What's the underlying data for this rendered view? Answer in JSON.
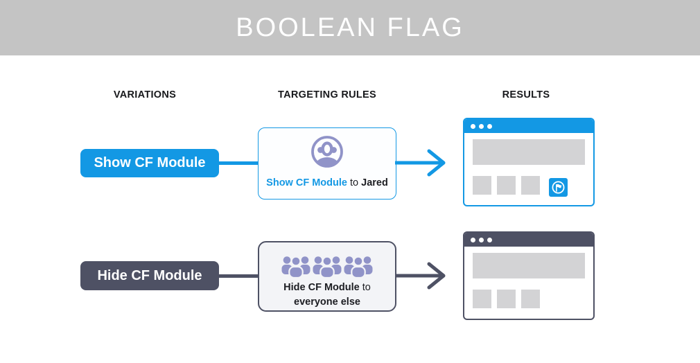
{
  "banner": {
    "title": "BOOLEAN FLAG"
  },
  "columns": {
    "variations": "VARIATIONS",
    "targeting": "TARGETING RULES",
    "results": "RESULTS"
  },
  "colors": {
    "blue": "#1398e4",
    "slate": "#4e5164",
    "banner_gray": "#c4c4c4",
    "placeholder_gray": "#d3d3d5",
    "icon_purple": "#9093c8"
  },
  "rows": [
    {
      "variation": "Show CF Module",
      "rule": {
        "icon": "user-avatar-icon",
        "target_action": "Show CF Module",
        "connector": " to ",
        "target_audience": "Jared"
      },
      "result": {
        "placeholder_count": 3,
        "module_visible": true,
        "module_icon": "flag-icon"
      }
    },
    {
      "variation": "Hide CF Module",
      "rule": {
        "icon": "crowd-icon",
        "target_action": "Hide CF Module",
        "connector": " to",
        "target_audience": "everyone else"
      },
      "result": {
        "placeholder_count": 3,
        "module_visible": false
      }
    }
  ]
}
